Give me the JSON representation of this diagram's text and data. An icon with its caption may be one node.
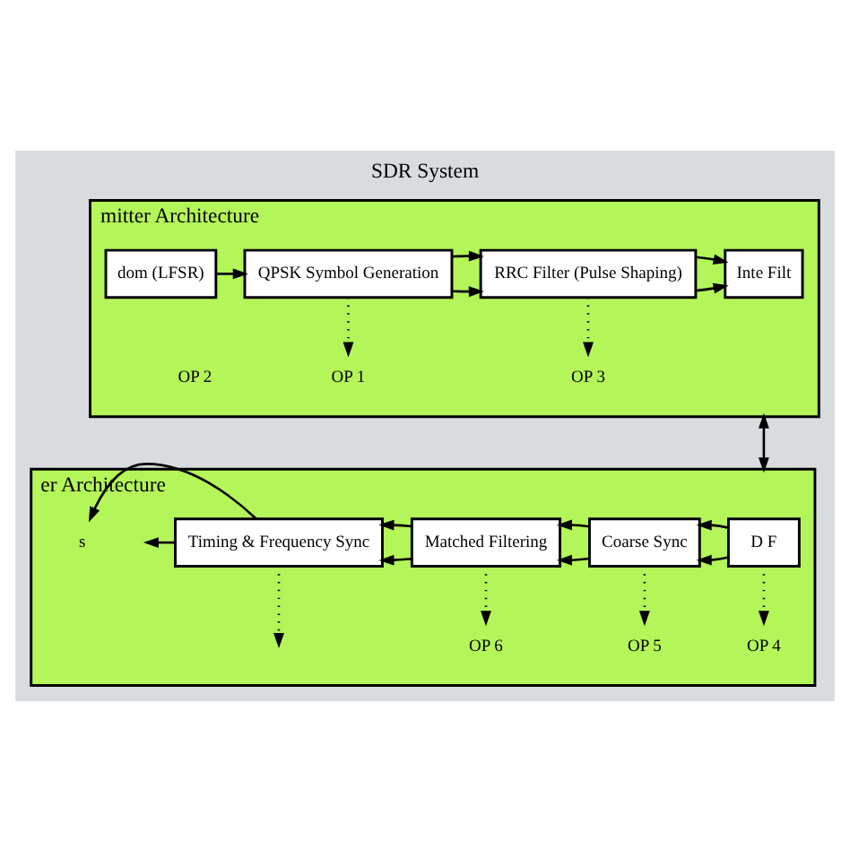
{
  "diagram": {
    "title": "SDR System",
    "nodes": [
      {
        "text": [
          "mitter Architecture"
        ]
      },
      {
        "text": [
          "dom (LFSR)"
        ],
        "in": 0
      },
      {
        "text": [
          "QPSK Symbol Generation"
        ],
        "in": 0
      },
      {
        "text": [
          "RRC Filter (Pulse Shaping)"
        ],
        "in": 0
      },
      {
        "text": [
          "Inte Filt"
        ],
        "in": 0
      },
      {
        "text": [
          "OP 1"
        ],
        "in": 0
      },
      {
        "text": [
          "OP 2"
        ],
        "in": 0
      },
      {
        "text": [
          "OP 3"
        ],
        "in": 0
      },
      {
        "text": [
          "er Architecture"
        ]
      },
      {
        "text": [
          "D F"
        ],
        "in": 8
      },
      {
        "text": [
          "Coarse Sync"
        ],
        "in": 8
      },
      {
        "text": [
          "Matched Filtering"
        ],
        "in": 8
      },
      {
        "text": [
          "Timing & Frequency Sync"
        ],
        "in": 8
      },
      {
        "text": [
          "s"
        ],
        "in": 8
      },
      {
        "text": [
          "OP 4"
        ],
        "in": 8
      },
      {
        "text": [
          "OP 5"
        ],
        "in": 8
      },
      {
        "text": [
          "OP 6"
        ],
        "in": 8
      }
    ],
    "edges": [
      {
        "from": 1,
        "to": 2,
        "arrow": "to"
      },
      {
        "from": 2,
        "to": 3,
        "arrow": "to"
      },
      {
        "from": 2,
        "to": 3,
        "arrow": "to"
      },
      {
        "from": 3,
        "to": 4,
        "arrow": "to"
      },
      {
        "from": 3,
        "to": 4,
        "arrow": "to"
      },
      {
        "from": 2,
        "to": 5,
        "arrow": "to",
        "style": "dashed"
      },
      {
        "from": 3,
        "to": 7,
        "arrow": "to",
        "style": "dashed"
      },
      {
        "from": 0,
        "to": 8,
        "arrow": "both"
      },
      {
        "from": 9,
        "to": 10,
        "arrow": "to"
      },
      {
        "from": 9,
        "to": 10,
        "arrow": "to"
      },
      {
        "from": 10,
        "to": 11,
        "arrow": "to"
      },
      {
        "from": 10,
        "to": 11,
        "arrow": "to"
      },
      {
        "from": 11,
        "to": 12,
        "arrow": "to"
      },
      {
        "from": 11,
        "to": 12,
        "arrow": "to"
      },
      {
        "from": 12,
        "to": 13,
        "arrow": "to"
      },
      {
        "from": 12,
        "to": null,
        "arrow": "to",
        "style": "dashed"
      },
      {
        "from": 9,
        "to": 14,
        "arrow": "to",
        "style": "dashed"
      },
      {
        "from": 10,
        "to": 15,
        "arrow": "to",
        "style": "dashed"
      },
      {
        "from": 11,
        "to": 16,
        "arrow": "to",
        "style": "dashed"
      },
      {
        "from": 12,
        "to": null,
        "arrow": "to"
      }
    ]
  }
}
